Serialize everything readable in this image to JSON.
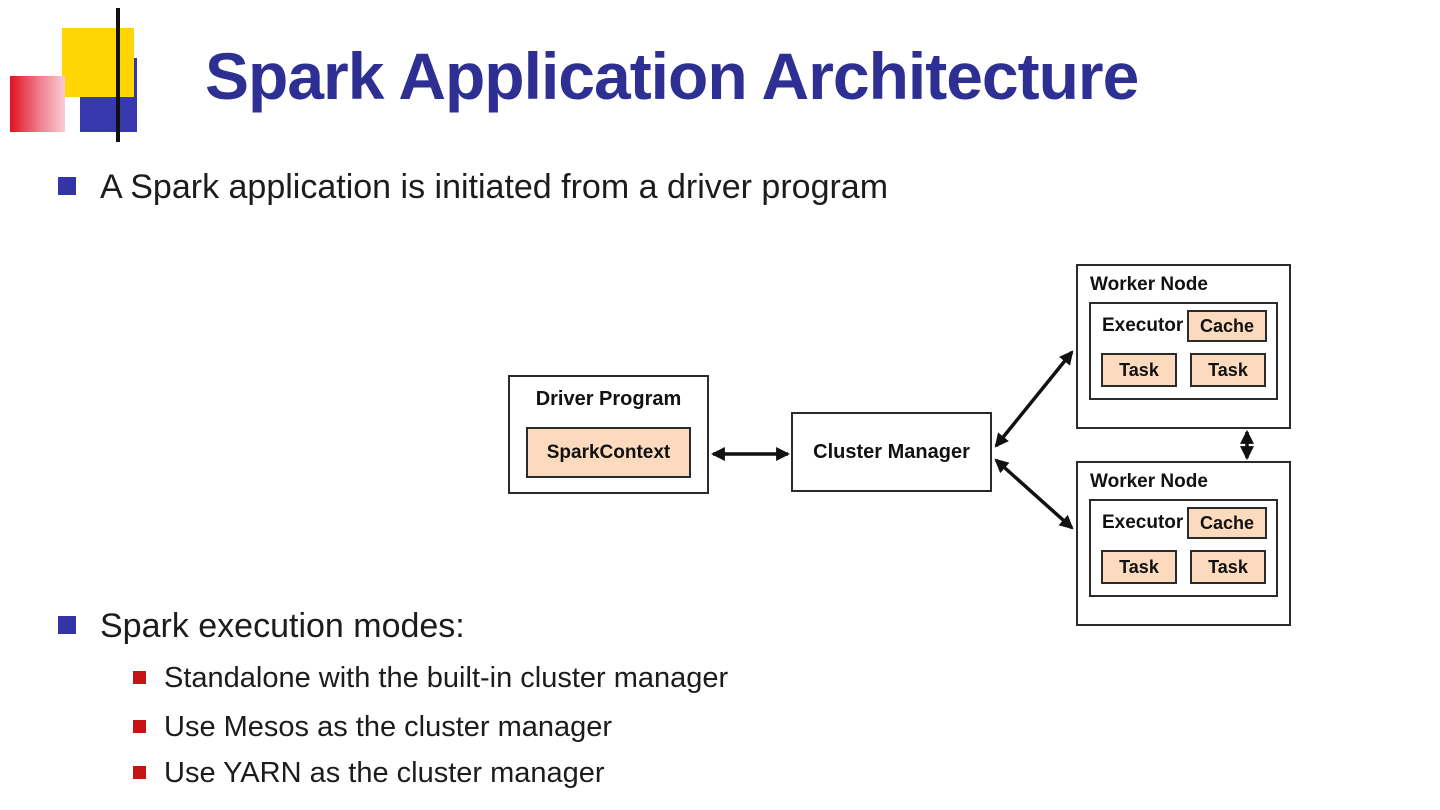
{
  "title": "Spark Application Architecture",
  "bullets": {
    "level1_a": "A Spark application is initiated from a driver program",
    "level1_b": "Spark execution modes:",
    "level2": [
      "Standalone with the built-in cluster manager",
      "Use Mesos as the cluster manager",
      "Use YARN as the cluster manager"
    ]
  },
  "diagram": {
    "driver_program_label": "Driver Program",
    "spark_context_label": "SparkContext",
    "cluster_manager_label": "Cluster Manager",
    "worker_top": {
      "label": "Worker Node",
      "executor": "Executor",
      "cache": "Cache",
      "tasks": [
        "Task",
        "Task"
      ]
    },
    "worker_bottom": {
      "label": "Worker Node",
      "executor": "Executor",
      "cache": "Cache",
      "tasks": [
        "Task",
        "Task"
      ]
    }
  },
  "colors": {
    "title_text": "#2d2f92",
    "bullet_level1": "#3434a6",
    "bullet_level2": "#c51414",
    "diagram_box_fill": "#fcdabd",
    "diagram_border": "#2b2b2b",
    "logo_yellow": "#ffd504",
    "logo_blue": "#3737ae",
    "logo_red": "#e1121f"
  }
}
